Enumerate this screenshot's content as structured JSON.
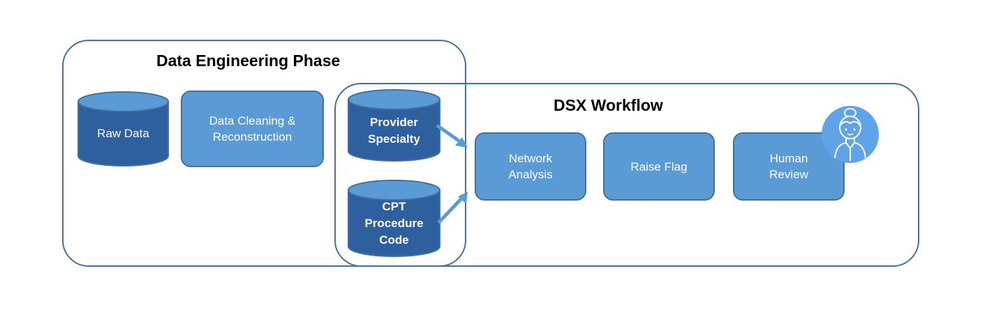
{
  "data_engineering_phase": {
    "title": "Data Engineering Phase",
    "items": {
      "raw_data": "Raw Data",
      "data_cleaning": "Data Cleaning &\nReconstruction"
    }
  },
  "shared_sources": {
    "provider_specialty": "Provider\nSpecialty",
    "cpt_procedure_code": "CPT\nProcedure\nCode"
  },
  "dsx_workflow": {
    "title": "DSX Workflow",
    "steps": {
      "network_analysis": "Network\nAnalysis",
      "raise_flag": "Raise Flag",
      "human_review": "Human\nReview"
    },
    "reviewer_icon": "person-avatar-icon"
  },
  "colors": {
    "box_fill": "#5b9bd5",
    "box_border": "#41719c",
    "cylinder_fill": "#2e5f9e",
    "cylinder_top": "#5b9bd5",
    "frame_border": "#41719c",
    "arrow": "#5b9bd5",
    "avatar_bg": "#5fa3e8"
  }
}
